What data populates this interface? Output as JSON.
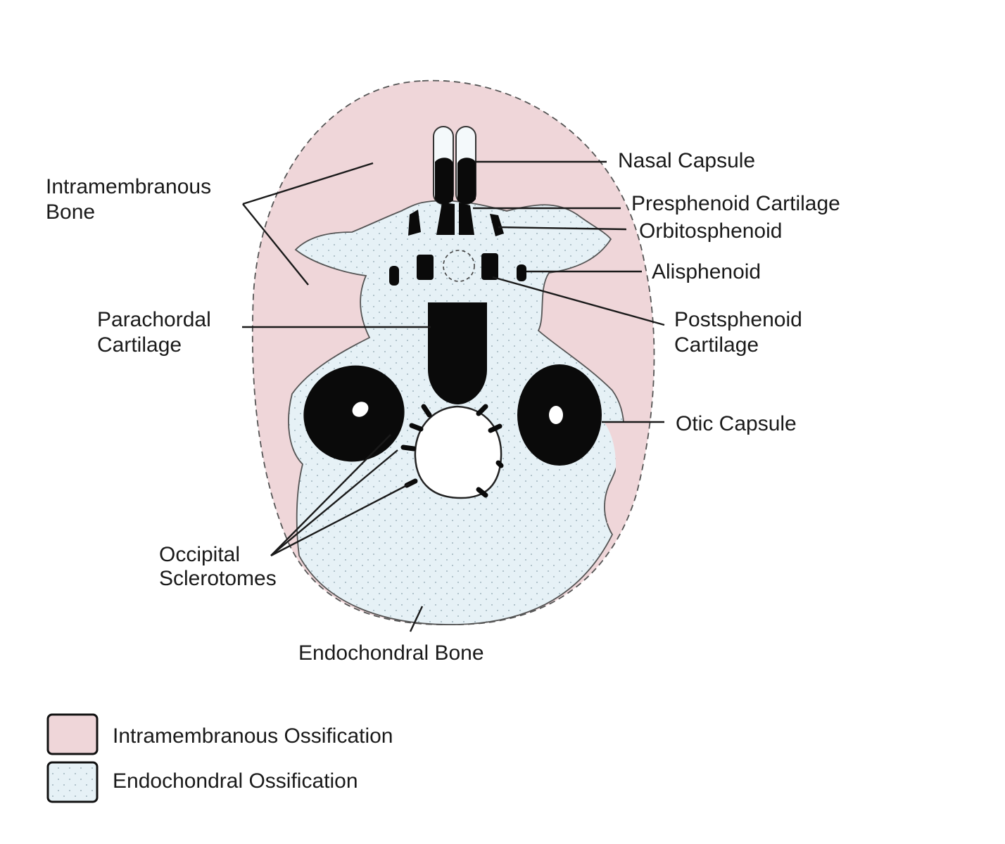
{
  "colors": {
    "intramembranous": "#efd6d9",
    "endochondral": "#e6f1f6",
    "bone_black": "#0a0a0a"
  },
  "labels": {
    "intramembranous_bone": [
      "Intramembranous",
      "Bone"
    ],
    "nasal_capsule": "Nasal Capsule",
    "presphenoid_cartilage": "Presphenoid Cartilage",
    "orbitosphenoid": "Orbitosphenoid",
    "alisphenoid": "Alisphenoid",
    "parachordal_cartilage": [
      "Parachordal",
      "Cartilage"
    ],
    "postsphenoid_cartilage": [
      "Postsphenoid",
      "Cartilage"
    ],
    "otic_capsule": "Otic Capsule",
    "occipital_sclerotomes": [
      "Occipital",
      "Sclerotomes"
    ],
    "endochondral_bone": "Endochondral Bone"
  },
  "legend": [
    {
      "label": "Intramembranous Ossification",
      "pattern": "solid"
    },
    {
      "label": "Endochondral Ossification",
      "pattern": "dotted"
    }
  ]
}
